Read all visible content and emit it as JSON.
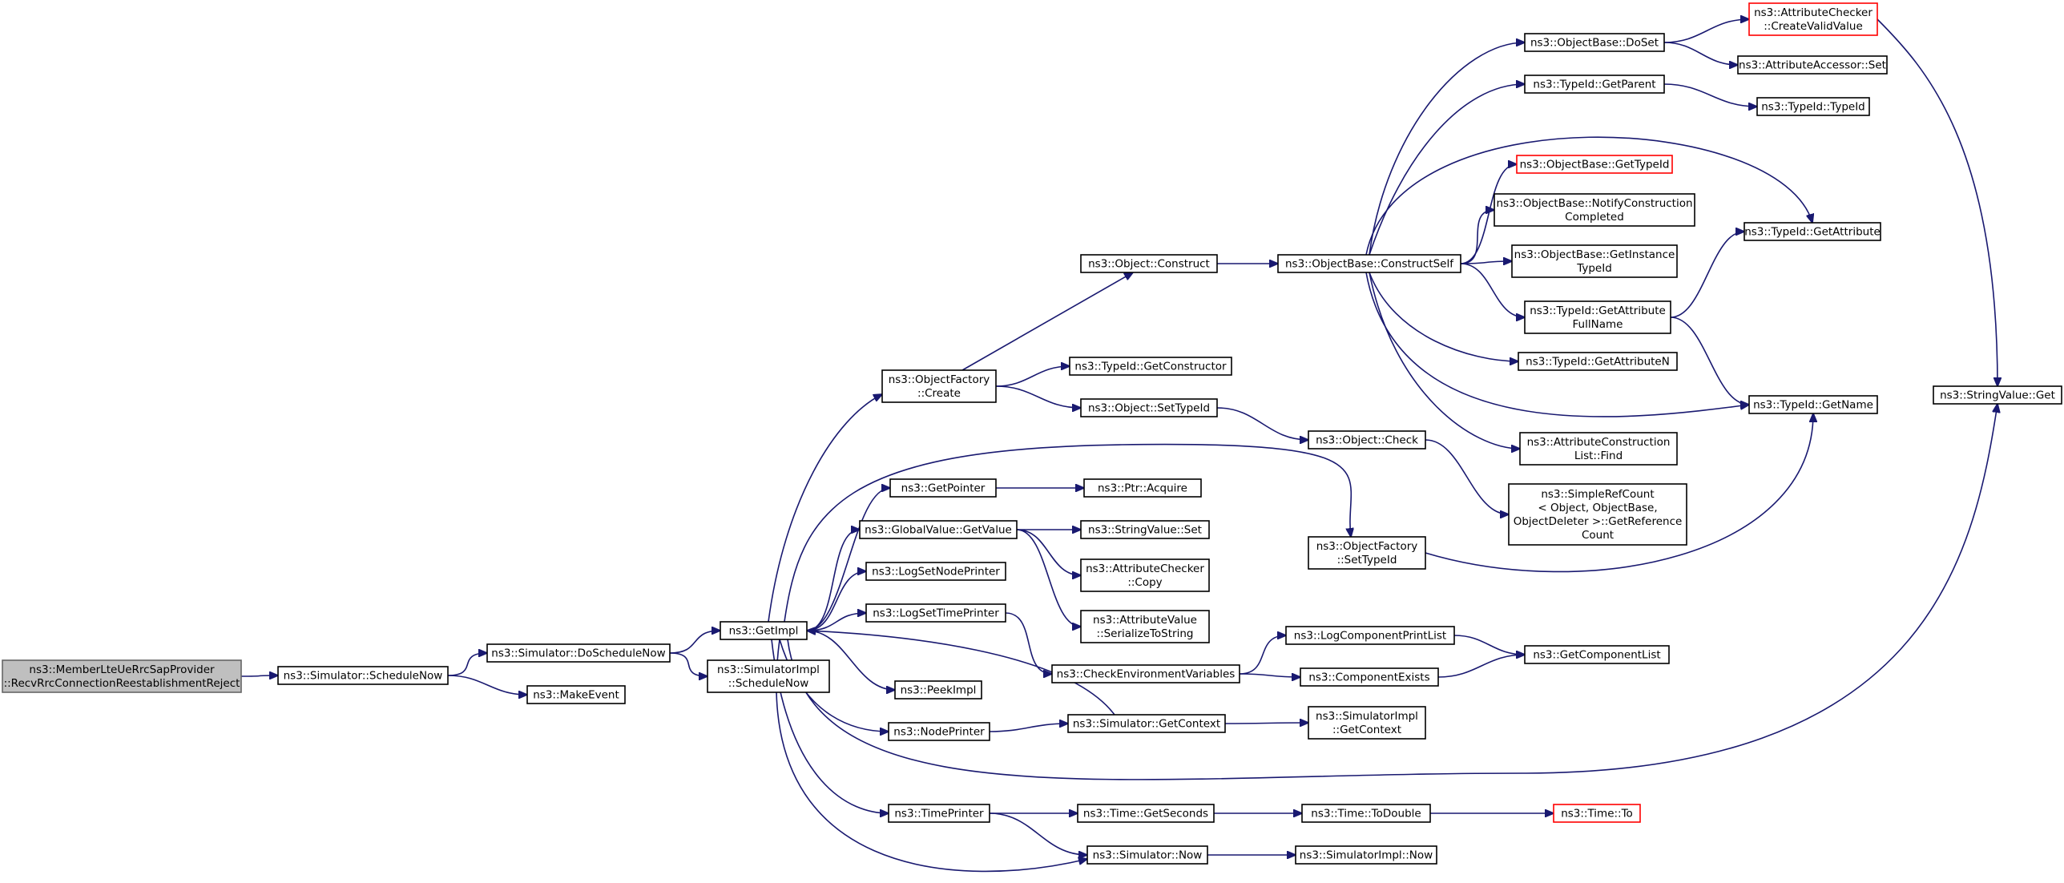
{
  "graph": {
    "edge_color": "#191970",
    "nodes": [
      {
        "id": "root",
        "lines": [
          "ns3::MemberLteUeRrcSapProvider",
          "::RecvRrcConnectionReestablishmentReject"
        ],
        "style": "root"
      },
      {
        "id": "scheduleNow",
        "lines": [
          "ns3::Simulator::ScheduleNow"
        ]
      },
      {
        "id": "doScheduleNow",
        "lines": [
          "ns3::Simulator::DoScheduleNow"
        ]
      },
      {
        "id": "makeEvent",
        "lines": [
          "ns3::MakeEvent"
        ]
      },
      {
        "id": "getImpl",
        "lines": [
          "ns3::GetImpl"
        ]
      },
      {
        "id": "simImplScheduleNow",
        "lines": [
          "ns3::SimulatorImpl",
          "::ScheduleNow"
        ]
      },
      {
        "id": "objFactoryCreate",
        "lines": [
          "ns3::ObjectFactory",
          "::Create"
        ]
      },
      {
        "id": "getPointer",
        "lines": [
          "ns3::GetPointer"
        ]
      },
      {
        "id": "globalGetValue",
        "lines": [
          "ns3::GlobalValue::GetValue"
        ]
      },
      {
        "id": "logSetNodePrinter",
        "lines": [
          "ns3::LogSetNodePrinter"
        ]
      },
      {
        "id": "logSetTimePrinter",
        "lines": [
          "ns3::LogSetTimePrinter"
        ]
      },
      {
        "id": "peekImpl",
        "lines": [
          "ns3::PeekImpl"
        ]
      },
      {
        "id": "nodePrinter",
        "lines": [
          "ns3::NodePrinter"
        ]
      },
      {
        "id": "timePrinter",
        "lines": [
          "ns3::TimePrinter"
        ]
      },
      {
        "id": "objectConstruct",
        "lines": [
          "ns3::Object::Construct"
        ]
      },
      {
        "id": "typeIdGetConstructor",
        "lines": [
          "ns3::TypeId::GetConstructor"
        ]
      },
      {
        "id": "objectSetTypeId",
        "lines": [
          "ns3::Object::SetTypeId"
        ]
      },
      {
        "id": "ptrAcquire",
        "lines": [
          "ns3::Ptr::Acquire"
        ]
      },
      {
        "id": "stringValueSet",
        "lines": [
          "ns3::StringValue::Set"
        ]
      },
      {
        "id": "attrCheckerCopy",
        "lines": [
          "ns3::AttributeChecker",
          "::Copy"
        ]
      },
      {
        "id": "attrValueSerialize",
        "lines": [
          "ns3::AttributeValue",
          "::SerializeToString"
        ]
      },
      {
        "id": "checkEnvVars",
        "lines": [
          "ns3::CheckEnvironmentVariables"
        ]
      },
      {
        "id": "simGetContext",
        "lines": [
          "ns3::Simulator::GetContext"
        ]
      },
      {
        "id": "timeGetSeconds",
        "lines": [
          "ns3::Time::GetSeconds"
        ]
      },
      {
        "id": "simulatorNow",
        "lines": [
          "ns3::Simulator::Now"
        ]
      },
      {
        "id": "constructSelf",
        "lines": [
          "ns3::ObjectBase::ConstructSelf"
        ]
      },
      {
        "id": "objectCheck",
        "lines": [
          "ns3::Object::Check"
        ]
      },
      {
        "id": "objFactorySetTypeId",
        "lines": [
          "ns3::ObjectFactory",
          "::SetTypeId"
        ]
      },
      {
        "id": "logComponentPrintList",
        "lines": [
          "ns3::LogComponentPrintList"
        ]
      },
      {
        "id": "componentExists",
        "lines": [
          "ns3::ComponentExists"
        ]
      },
      {
        "id": "simImplGetContext",
        "lines": [
          "ns3::SimulatorImpl",
          "::GetContext"
        ]
      },
      {
        "id": "timeToDouble",
        "lines": [
          "ns3::Time::ToDouble"
        ]
      },
      {
        "id": "simImplNow",
        "lines": [
          "ns3::SimulatorImpl::Now"
        ]
      },
      {
        "id": "doSet",
        "lines": [
          "ns3::ObjectBase::DoSet"
        ]
      },
      {
        "id": "getParent",
        "lines": [
          "ns3::TypeId::GetParent"
        ]
      },
      {
        "id": "objBaseGetTypeId",
        "lines": [
          "ns3::ObjectBase::GetTypeId"
        ],
        "style": "red"
      },
      {
        "id": "notifyConstruction",
        "lines": [
          "ns3::ObjectBase::NotifyConstruction",
          "Completed"
        ]
      },
      {
        "id": "getInstanceTypeId",
        "lines": [
          "ns3::ObjectBase::GetInstance",
          "TypeId"
        ]
      },
      {
        "id": "getAttributeFullName",
        "lines": [
          "ns3::TypeId::GetAttribute",
          "FullName"
        ]
      },
      {
        "id": "getAttributeN",
        "lines": [
          "ns3::TypeId::GetAttributeN"
        ]
      },
      {
        "id": "attrConstructionFind",
        "lines": [
          "ns3::AttributeConstruction",
          "List::Find"
        ]
      },
      {
        "id": "simpleRefCount",
        "lines": [
          "ns3::SimpleRefCount",
          "< Object, ObjectBase,",
          "ObjectDeleter >::GetReference",
          "Count"
        ]
      },
      {
        "id": "getComponentList",
        "lines": [
          "ns3::GetComponentList"
        ]
      },
      {
        "id": "timeTo",
        "lines": [
          "ns3::Time::To"
        ],
        "style": "red"
      },
      {
        "id": "createValidValue",
        "lines": [
          "ns3::AttributeChecker",
          "::CreateValidValue"
        ],
        "style": "red"
      },
      {
        "id": "attrAccessorSet",
        "lines": [
          "ns3::AttributeAccessor::Set"
        ]
      },
      {
        "id": "typeIdTypeId",
        "lines": [
          "ns3::TypeId::TypeId"
        ]
      },
      {
        "id": "typeIdGetAttribute",
        "lines": [
          "ns3::TypeId::GetAttribute"
        ]
      },
      {
        "id": "typeIdGetName",
        "lines": [
          "ns3::TypeId::GetName"
        ]
      },
      {
        "id": "stringValueGet",
        "lines": [
          "ns3::StringValue::Get"
        ]
      }
    ],
    "edges": [
      [
        "root",
        "scheduleNow"
      ],
      [
        "scheduleNow",
        "doScheduleNow"
      ],
      [
        "scheduleNow",
        "makeEvent"
      ],
      [
        "doScheduleNow",
        "getImpl"
      ],
      [
        "doScheduleNow",
        "simImplScheduleNow"
      ],
      [
        "getImpl",
        "objFactoryCreate"
      ],
      [
        "getImpl",
        "getPointer"
      ],
      [
        "getImpl",
        "globalGetValue"
      ],
      [
        "getImpl",
        "logSetNodePrinter"
      ],
      [
        "getImpl",
        "logSetTimePrinter"
      ],
      [
        "getImpl",
        "peekImpl"
      ],
      [
        "getImpl",
        "nodePrinter"
      ],
      [
        "getImpl",
        "timePrinter"
      ],
      [
        "getImpl",
        "objFactorySetTypeId"
      ],
      [
        "getImpl",
        "simulatorNow"
      ],
      [
        "getImpl",
        "stringValueGet"
      ],
      [
        "simGetContext",
        "getImpl"
      ],
      [
        "objFactoryCreate",
        "objectConstruct"
      ],
      [
        "objFactoryCreate",
        "typeIdGetConstructor"
      ],
      [
        "objFactoryCreate",
        "objectSetTypeId"
      ],
      [
        "getPointer",
        "ptrAcquire"
      ],
      [
        "globalGetValue",
        "stringValueSet"
      ],
      [
        "globalGetValue",
        "attrCheckerCopy"
      ],
      [
        "globalGetValue",
        "attrValueSerialize"
      ],
      [
        "logSetTimePrinter",
        "checkEnvVars"
      ],
      [
        "nodePrinter",
        "simGetContext"
      ],
      [
        "timePrinter",
        "timeGetSeconds"
      ],
      [
        "timePrinter",
        "simulatorNow"
      ],
      [
        "objectConstruct",
        "constructSelf"
      ],
      [
        "objectSetTypeId",
        "objectCheck"
      ],
      [
        "checkEnvVars",
        "logComponentPrintList"
      ],
      [
        "checkEnvVars",
        "componentExists"
      ],
      [
        "simGetContext",
        "simImplGetContext"
      ],
      [
        "timeGetSeconds",
        "timeToDouble"
      ],
      [
        "simulatorNow",
        "simImplNow"
      ],
      [
        "constructSelf",
        "doSet"
      ],
      [
        "constructSelf",
        "getParent"
      ],
      [
        "constructSelf",
        "objBaseGetTypeId"
      ],
      [
        "constructSelf",
        "notifyConstruction"
      ],
      [
        "constructSelf",
        "getInstanceTypeId"
      ],
      [
        "constructSelf",
        "getAttributeFullName"
      ],
      [
        "constructSelf",
        "getAttributeN"
      ],
      [
        "constructSelf",
        "attrConstructionFind"
      ],
      [
        "constructSelf",
        "typeIdGetAttribute"
      ],
      [
        "constructSelf",
        "typeIdGetName"
      ],
      [
        "objectCheck",
        "simpleRefCount"
      ],
      [
        "objFactorySetTypeId",
        "typeIdGetName"
      ],
      [
        "logComponentPrintList",
        "getComponentList"
      ],
      [
        "componentExists",
        "getComponentList"
      ],
      [
        "timeToDouble",
        "timeTo"
      ],
      [
        "doSet",
        "createValidValue"
      ],
      [
        "doSet",
        "attrAccessorSet"
      ],
      [
        "getParent",
        "typeIdTypeId"
      ],
      [
        "getAttributeFullName",
        "typeIdGetAttribute"
      ],
      [
        "getAttributeFullName",
        "typeIdGetName"
      ],
      [
        "createValidValue",
        "stringValueGet"
      ]
    ]
  }
}
